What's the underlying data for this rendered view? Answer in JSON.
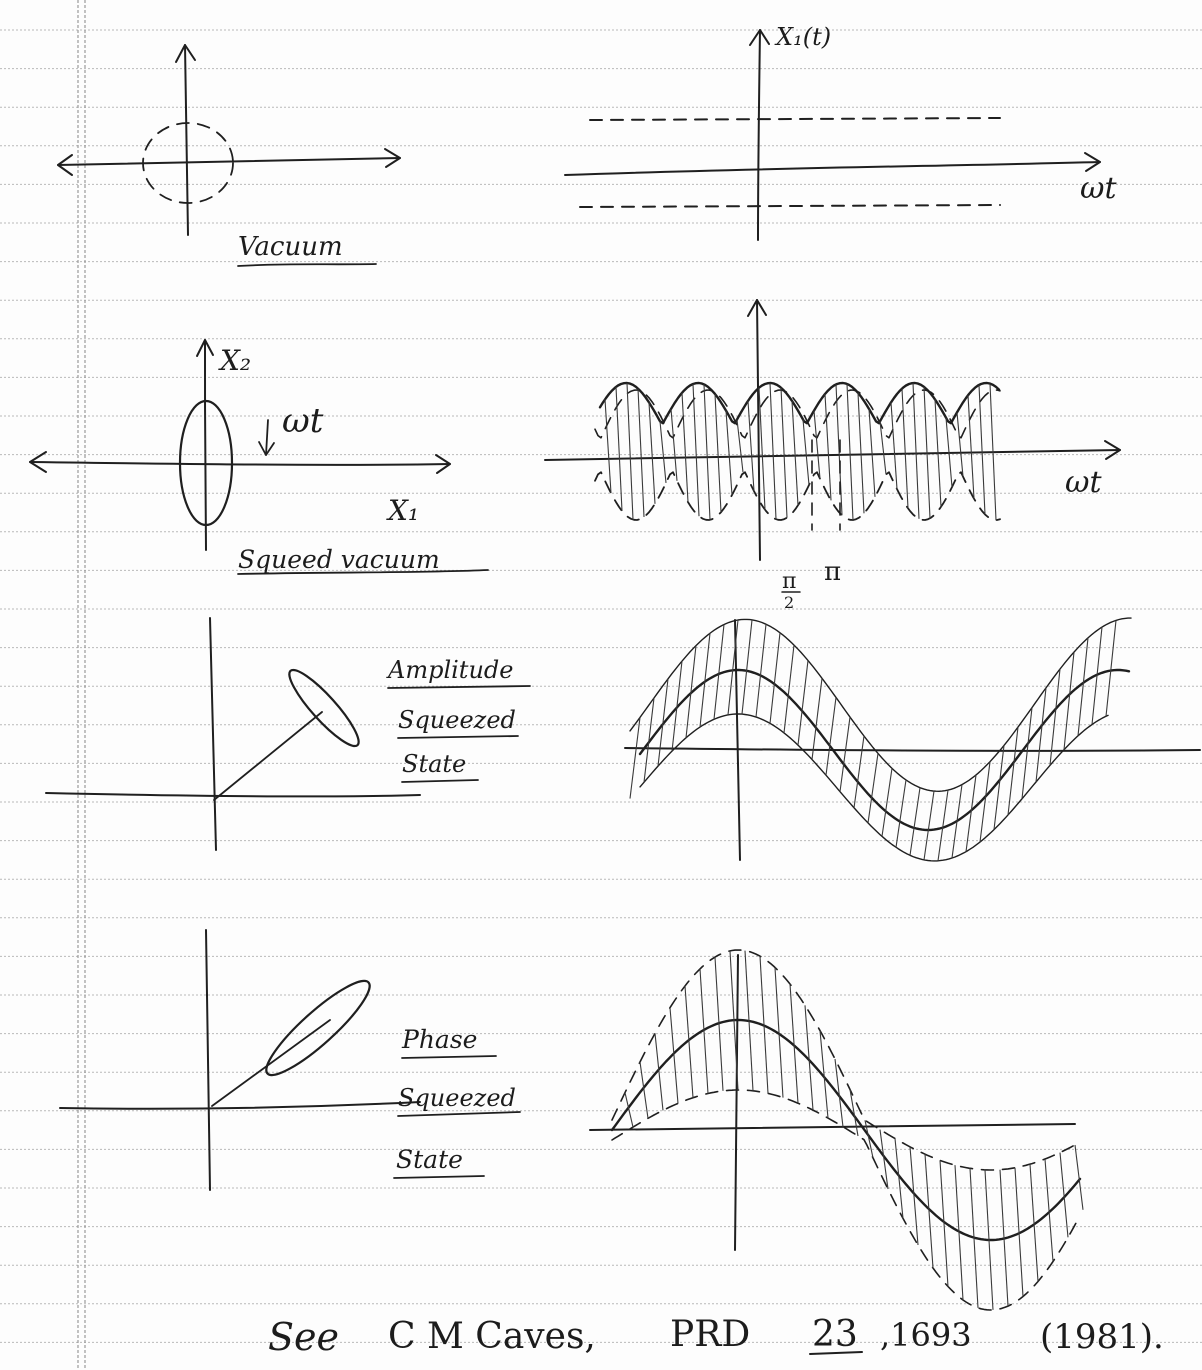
{
  "labels": {
    "vacuum": "Vacuum",
    "squeezed_vacuum": "Squeed vacuum",
    "amplitude_line1": "Amplitude",
    "amplitude_line2": "Squeezed",
    "amplitude_line3": "State",
    "phase_line1": "Phase",
    "phase_line2": "Squeezed",
    "phase_line3": "State",
    "x1_of_t": "X₁(t)",
    "x2": "X₂",
    "x1": "X₁",
    "omega_t": "ωt",
    "pi": "π",
    "pi_over_2_num": "π",
    "pi_over_2_den": "2"
  },
  "reference": {
    "see": "See",
    "author": "C M Caves,",
    "journal": "PRD",
    "volume": "23",
    "page": ",1693",
    "year": "(1981)."
  }
}
